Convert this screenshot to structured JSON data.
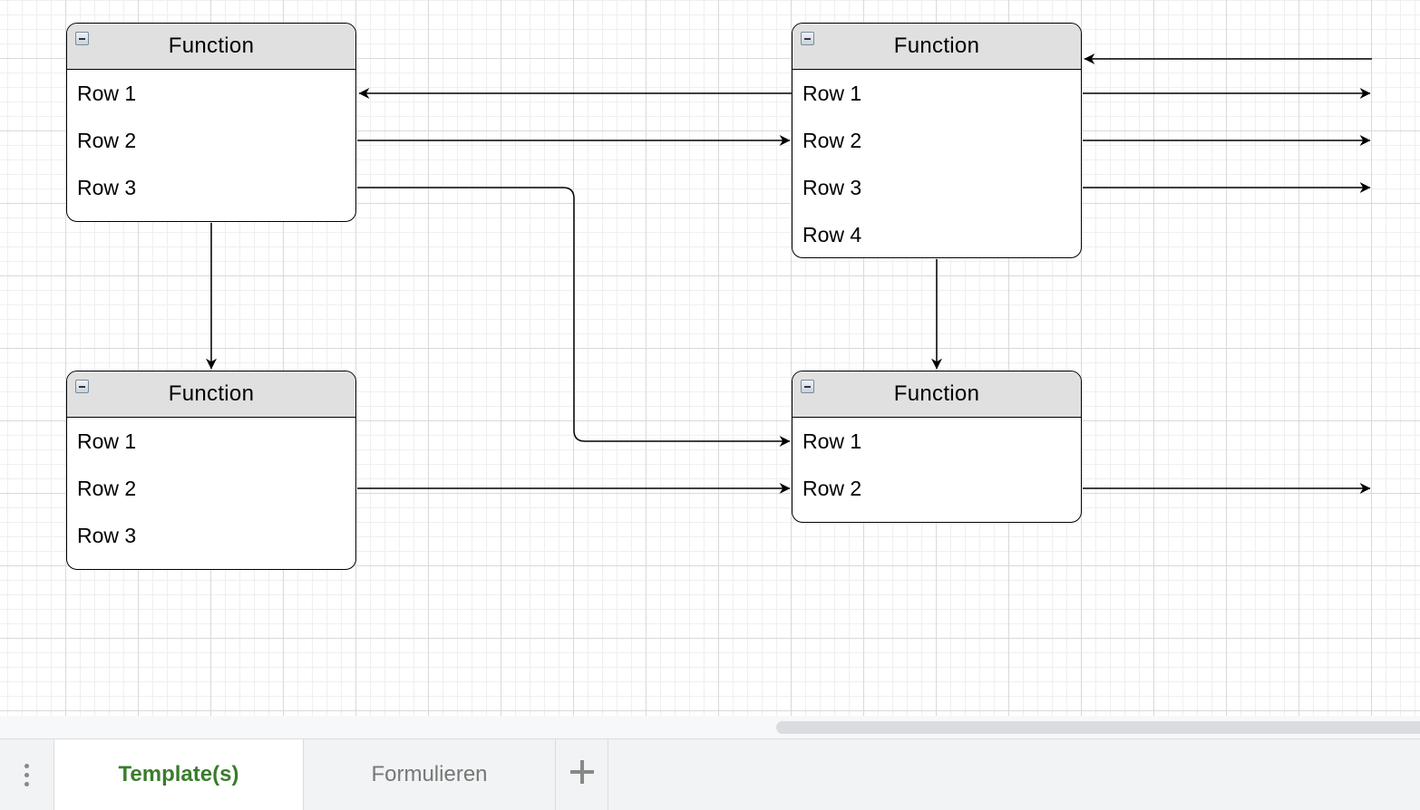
{
  "diagram": {
    "nodes": [
      {
        "id": "n1",
        "title": "Function",
        "rows": [
          "Row 1",
          "Row 2",
          "Row 3"
        ]
      },
      {
        "id": "n2",
        "title": "Function",
        "rows": [
          "Row 1",
          "Row 2",
          "Row 3",
          "Row 4"
        ]
      },
      {
        "id": "n3",
        "title": "Function",
        "rows": [
          "Row 1",
          "Row 2",
          "Row 3"
        ]
      },
      {
        "id": "n4",
        "title": "Function",
        "rows": [
          "Row 1",
          "Row 2"
        ]
      }
    ],
    "edges": [
      {
        "from": "n2.row1",
        "to": "n1.row1"
      },
      {
        "from": "n1.row2",
        "to": "n2.row2"
      },
      {
        "from": "n1.row3",
        "to": "n4.row1"
      },
      {
        "from": "n1",
        "to": "n3"
      },
      {
        "from": "n2",
        "to": "n4"
      },
      {
        "from": "n3.row2",
        "to": "n4.row2"
      },
      {
        "from": "offscreen-right",
        "to": "n2.header"
      },
      {
        "from": "n2.row1",
        "to": "offscreen-right"
      },
      {
        "from": "n2.row2",
        "to": "offscreen-right"
      },
      {
        "from": "n2.row3",
        "to": "offscreen-right"
      },
      {
        "from": "n4.row2",
        "to": "offscreen-right"
      }
    ]
  },
  "tabs": {
    "items": [
      {
        "label": "Template(s)",
        "active": true
      },
      {
        "label": "Formulieren",
        "active": false
      }
    ],
    "active_color": "#3a7d2c"
  },
  "icons": {
    "menu": "vertical-dots-icon",
    "add": "plus-icon",
    "collapse": "collapse-minus-icon"
  }
}
